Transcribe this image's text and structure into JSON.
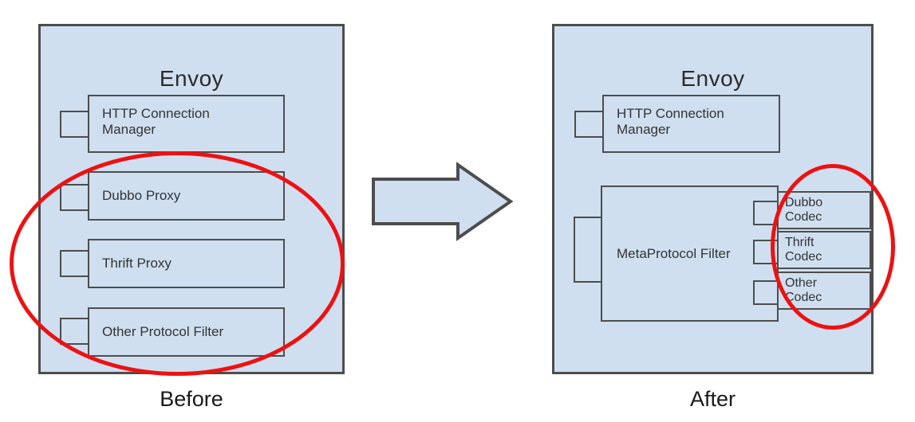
{
  "colors": {
    "box_fill": "#cfdff0",
    "box_border": "#4d4d4d",
    "highlight": "#ee1111",
    "text": "#333333",
    "background": "#ffffff"
  },
  "before": {
    "caption": "Before",
    "container_title": "Envoy",
    "filters": [
      {
        "label_line1": "HTTP Connection",
        "label_line2": "Manager"
      },
      {
        "label_line1": "Dubbo Proxy",
        "label_line2": ""
      },
      {
        "label_line1": "Thrift Proxy",
        "label_line2": ""
      },
      {
        "label_line1": "Other Protocol Filter",
        "label_line2": ""
      }
    ]
  },
  "transition": {
    "arrow_direction": "right"
  },
  "after": {
    "caption": "After",
    "container_title": "Envoy",
    "filters": [
      {
        "label_line1": "HTTP Connection",
        "label_line2": "Manager"
      },
      {
        "label_line1": "MetaProtocol Filter",
        "label_line2": ""
      }
    ],
    "codecs": [
      {
        "label_line1": "Dubbo",
        "label_line2": "Codec"
      },
      {
        "label_line1": "Thrift",
        "label_line2": "Codec"
      },
      {
        "label_line1": "Other",
        "label_line2": "Codec"
      }
    ]
  }
}
